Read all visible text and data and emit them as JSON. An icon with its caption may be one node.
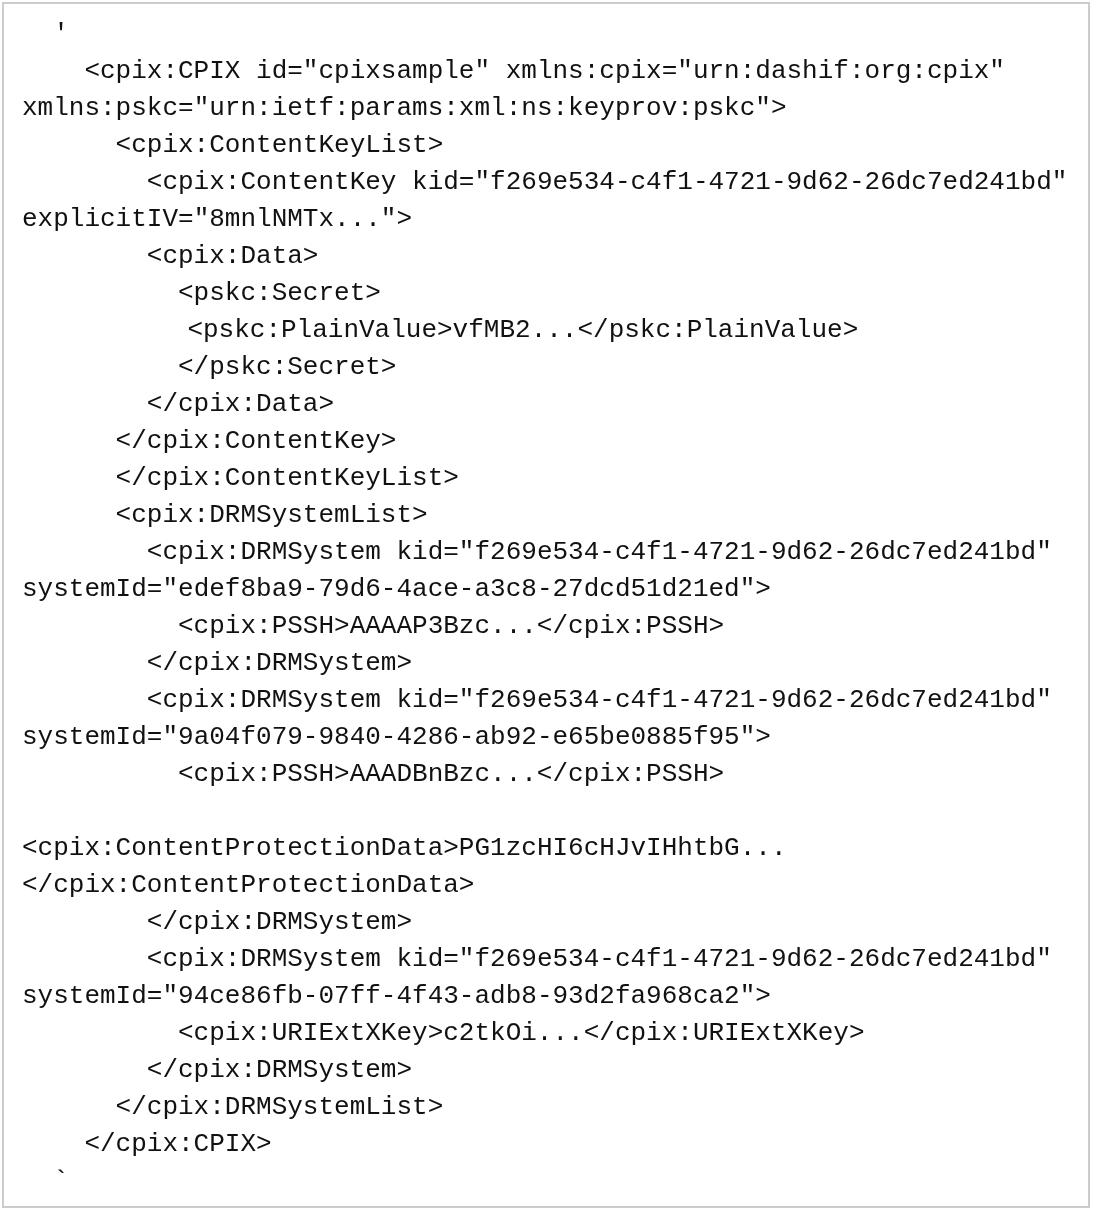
{
  "diagram": {
    "labels": [
      "'",
      "<cpix:CPIX id=\"cpixsample\" xmlns:cpix=\"urn:dashif:org:cpix\" xmlns:pskc=\"urn:ietf:params:xml:ns:keyprov:pskc\">",
      "<cpix:ContentKeyList>",
      "<cpix:ContentKey kid=\"f269e534-c4f1-4721-9d62-26dc7ed241bd\" explicitIV=\"8mnlNMTx...\">",
      "<cpix:Data>",
      "<pskc:Secret>",
      "<pskc:PlainValue>vfMB2...</pskc:PlainValue>",
      "</pskc:Secret>",
      "</cpix:Data>",
      "</cpix:ContentKey>",
      "</cpix:ContentKeyList>",
      "<cpix:DRMSystemList>",
      "<cpix:DRMSystem kid=\"f269e534-c4f1-4721-9d62-26dc7ed241bd\" systemId=\"edef8ba9-79d6-4ace-a3c8-27dcd51d21ed\">",
      "<cpix:PSSH>AAAAP3Bzc...</cpix:PSSH>",
      "</cpix:DRMSystem>",
      "<cpix:DRMSystem kid=\"f269e534-c4f1-4721-9d62-26dc7ed241bd\" systemId=\"9a04f079-9840-4286-ab92-e65be0885f95\">",
      "<cpix:PSSH>AAADBnBzc...</cpix:PSSH>",
      "<cpix:ContentProtectionData>PG1zcHI6cHJvIHhtbG...</cpix:ContentProtectionData>",
      "</cpix:DRMSystem>",
      "<cpix:DRMSystem kid=\"f269e534-c4f1-4721-9d62-26dc7ed241bd\" systemId=\"94ce86fb-07ff-4f43-adb8-93d2fa968ca2\">",
      "<cpix:URIExtXKey>c2tkOi...</cpix:URIExtXKey>",
      "</cpix:DRMSystem>",
      "</cpix:DRMSystemList>",
      "</cpix:CPIX>",
      "`"
    ]
  }
}
